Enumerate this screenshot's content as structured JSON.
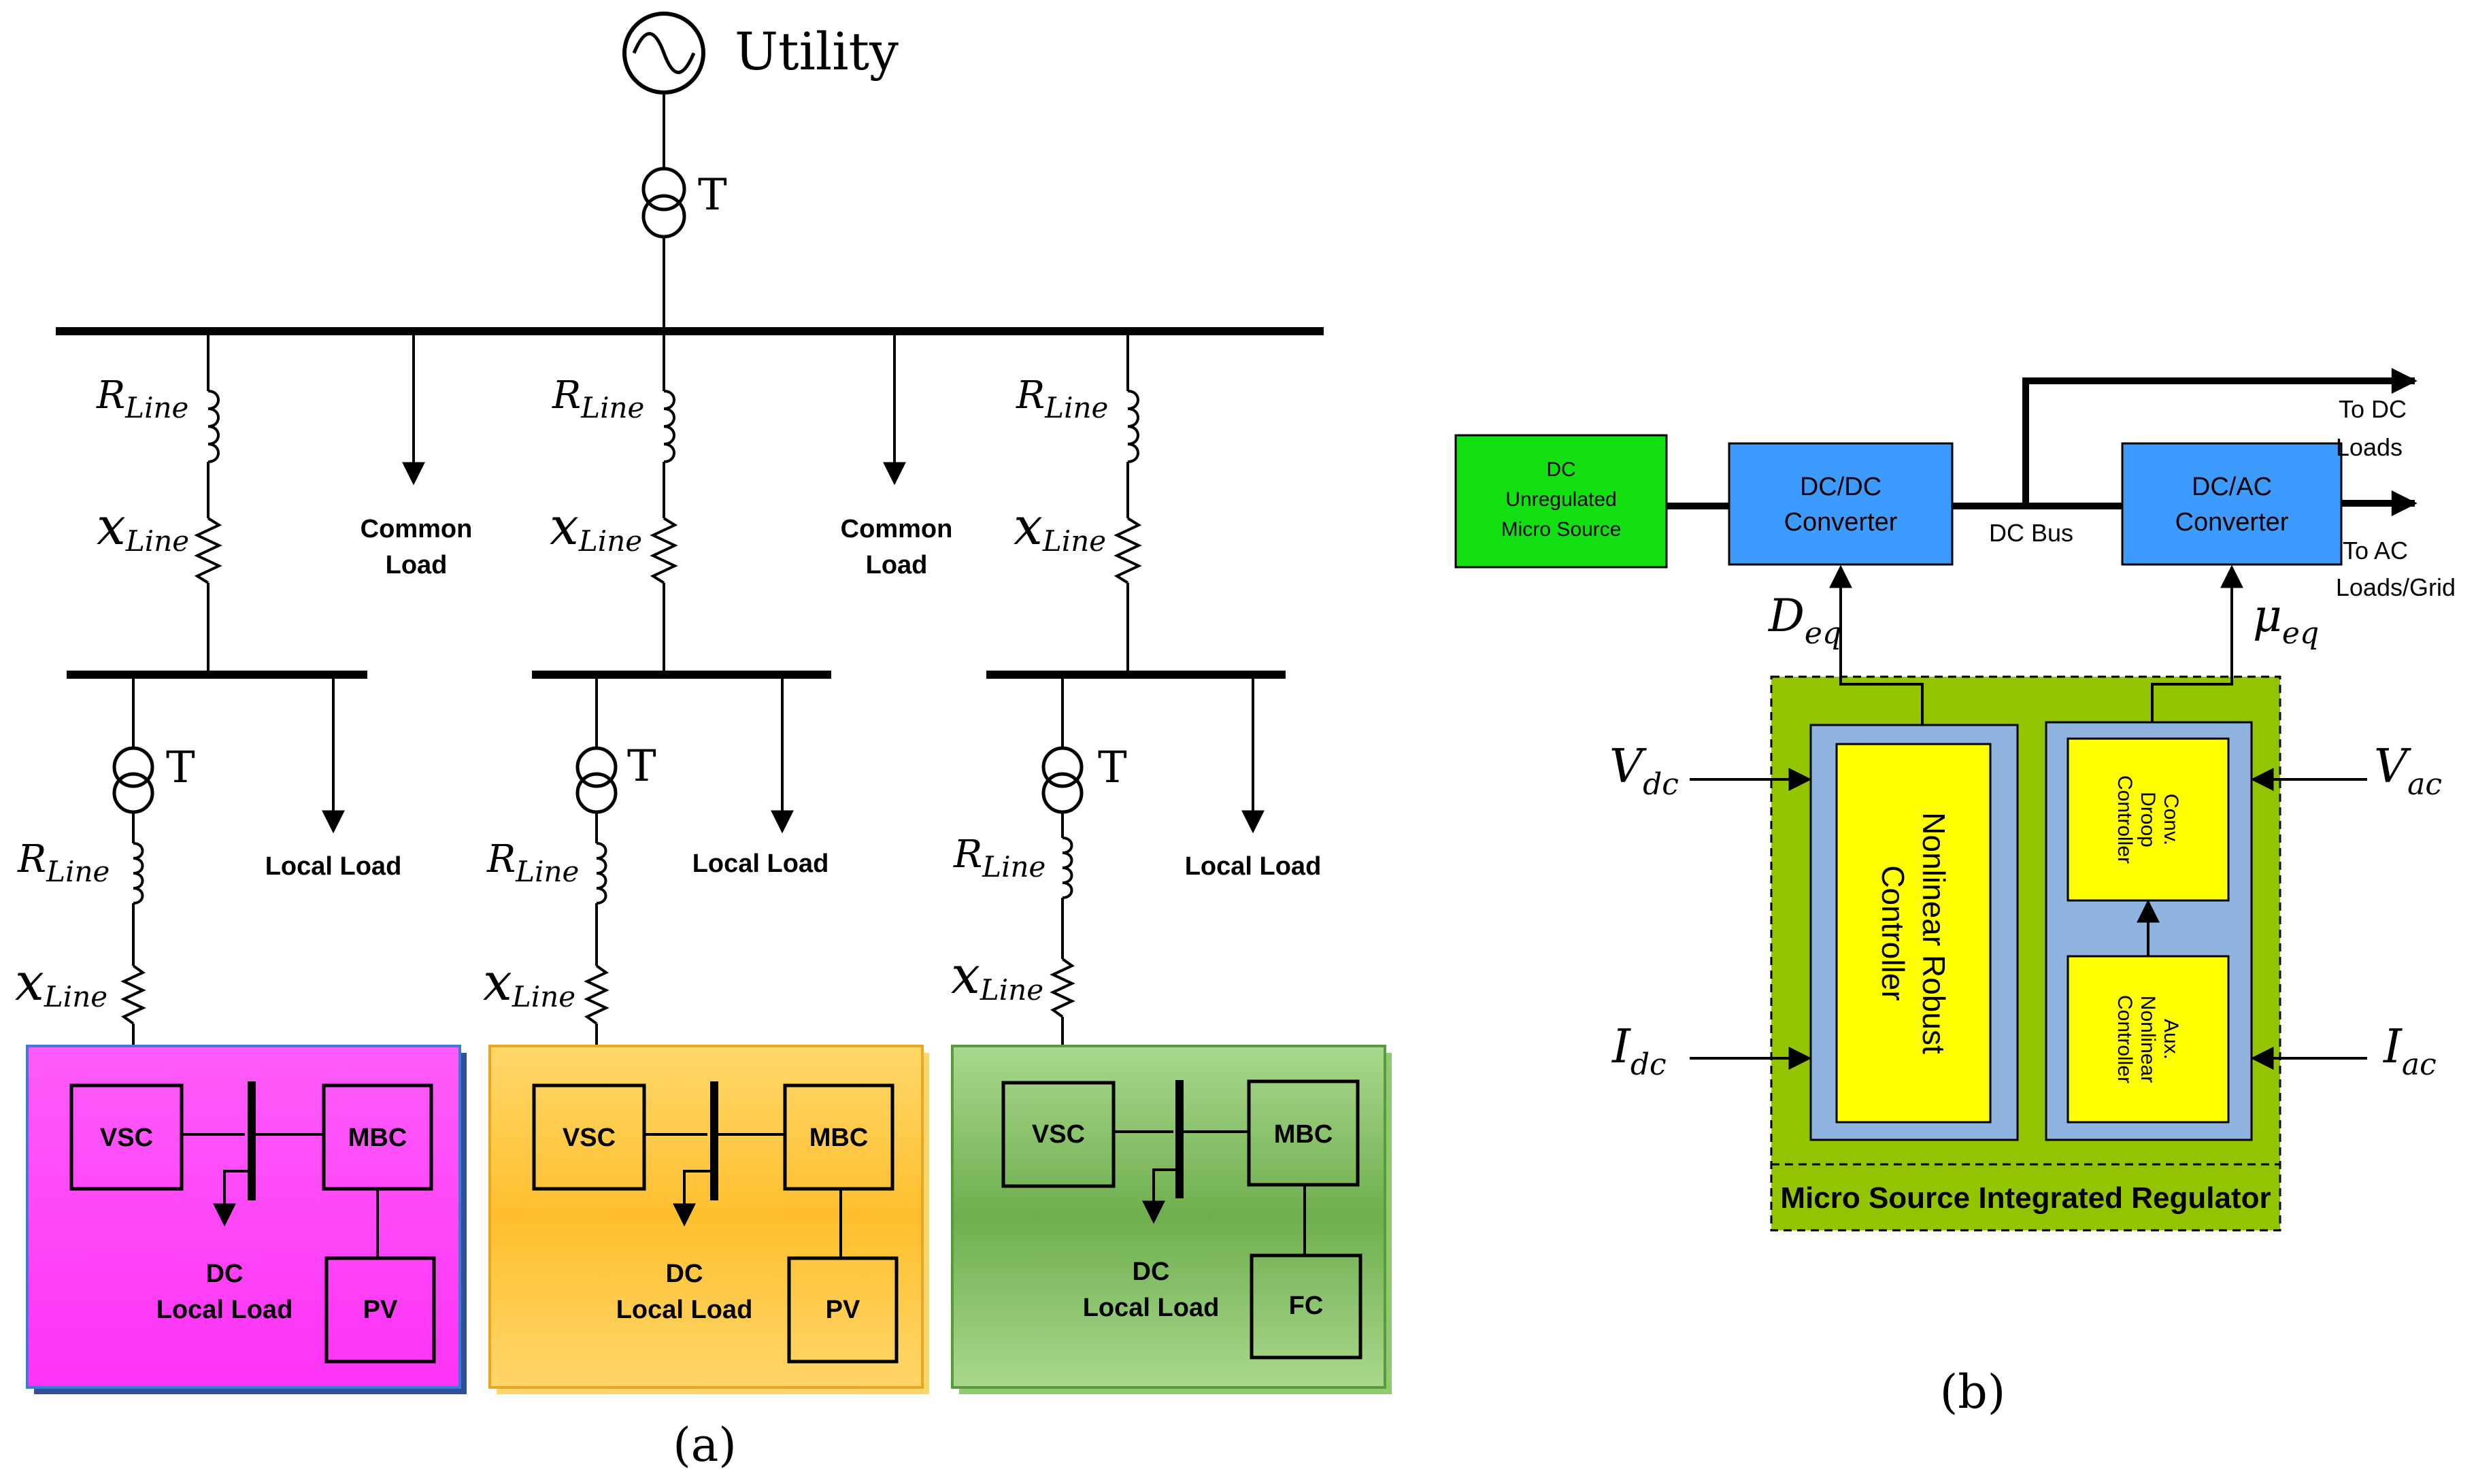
{
  "panel_a": {
    "utility_label": "Utility",
    "transformer_label": "T",
    "line_r": {
      "base": "R",
      "sub": "Line"
    },
    "line_x": {
      "base": "x",
      "sub": "Line"
    },
    "common_load": [
      "Common",
      "Load"
    ],
    "local_load": "Local Load",
    "vsc": "VSC",
    "mbc": "MBC",
    "dc_local_load": [
      "DC",
      "Local Load"
    ],
    "sources": [
      "PV",
      "PV",
      "FC"
    ],
    "caption": "(a)",
    "colors": {
      "box1": "#ff3df8",
      "box2": "#ffc63a",
      "box3": "#8fcb6f",
      "box3_dark": "#5a9a3d",
      "shadow": "#2f4f9a"
    }
  },
  "panel_b": {
    "dc_source": [
      "DC",
      "Unregulated",
      "Micro Source"
    ],
    "dcdc": [
      "DC/DC",
      "Converter"
    ],
    "dcac": [
      "DC/AC",
      "Converter"
    ],
    "dc_bus": "DC Bus",
    "to_dc": [
      "To DC",
      "Loads"
    ],
    "to_ac": [
      "To AC",
      "Loads/Grid"
    ],
    "d_eq": {
      "base": "D",
      "sub": "eq"
    },
    "mu_eq": {
      "base": "μ",
      "sub": "eq"
    },
    "v_dc": {
      "base": "V",
      "sub": "dc"
    },
    "i_dc": {
      "base": "I",
      "sub": "dc"
    },
    "v_ac": {
      "base": "V",
      "sub": "ac"
    },
    "i_ac": {
      "base": "I",
      "sub": "ac"
    },
    "nonlinear": [
      "Nonlinear Robust",
      "Controller"
    ],
    "droop": [
      "Conv.",
      "Droop",
      "Controller"
    ],
    "aux": [
      "Aux.",
      "Nonlinear",
      "Controller"
    ],
    "regulator": "Micro Source Integrated Regulator",
    "caption": "(b)",
    "colors": {
      "green_source": "#12e012",
      "blue": "#3d9bff",
      "olive": "#92c400",
      "light_blue": "#90b4e0",
      "yellow": "#ffff00"
    }
  }
}
